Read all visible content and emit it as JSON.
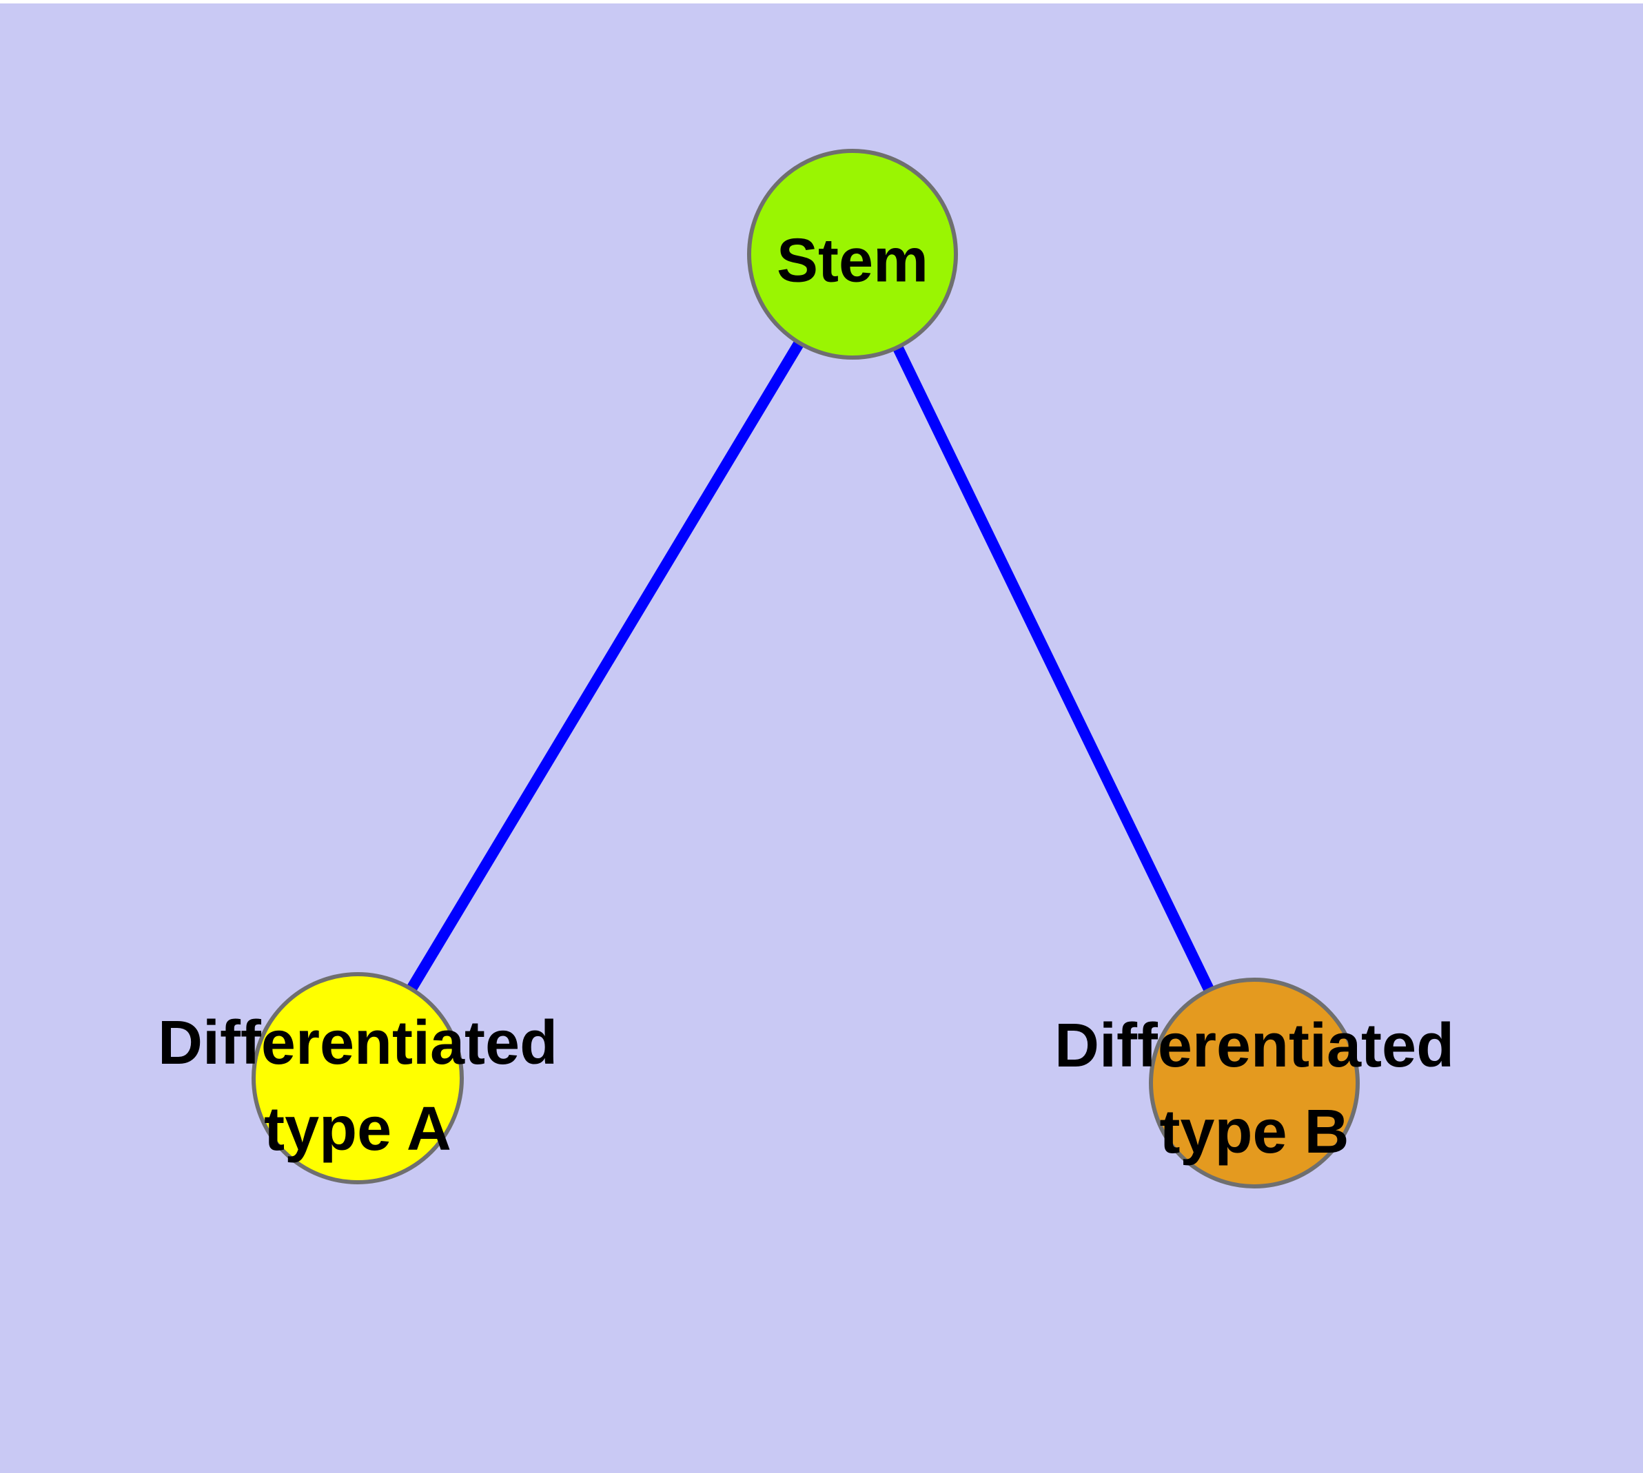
{
  "diagram": {
    "background_color": "#c9c9f4",
    "edge_color": "#0000ff",
    "node_border_color": "#6f6f6f",
    "label_color": "#000000",
    "nodes": {
      "stem": {
        "label": "Stem",
        "fill": "#9af502"
      },
      "type_a": {
        "label_line1": "Differentiated",
        "label_line2": "type A",
        "fill": "#ffff00"
      },
      "type_b": {
        "label_line1": "Differentiated",
        "label_line2": "type B",
        "fill": "#e49a1f"
      }
    },
    "edges": [
      {
        "from": "Stem",
        "to": "Differentiated type A"
      },
      {
        "from": "Stem",
        "to": "Differentiated type B"
      }
    ]
  }
}
